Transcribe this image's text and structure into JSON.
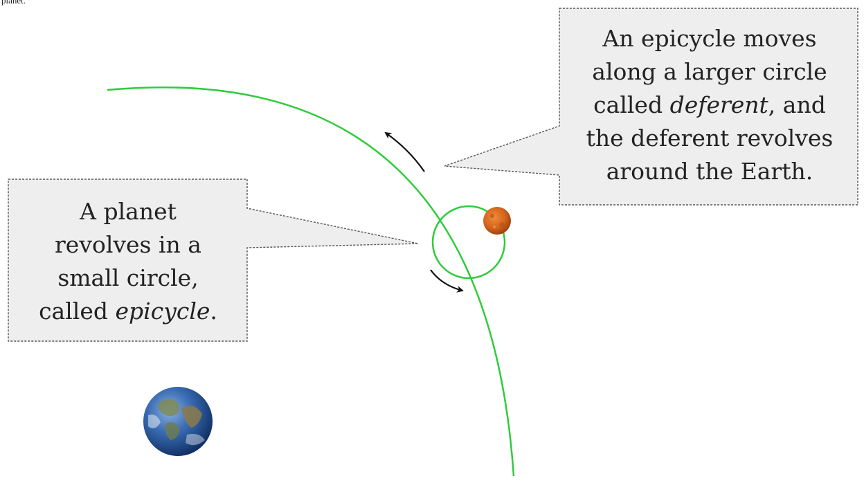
{
  "top_caption": "planet.",
  "deferent_callout": {
    "line1": "An epicycle moves",
    "line2": "along a larger circle",
    "line3_before": "called ",
    "line3_term": "deferent",
    "line3_after": ", and",
    "line4": "the deferent revolves",
    "line5": "around the Earth."
  },
  "epicycle_callout": {
    "line1": "A planet",
    "line2": "revolves in a",
    "line3": "small circle,",
    "line4_before": "called ",
    "line4_term": "epicycle",
    "line4_after": "."
  },
  "colors": {
    "orbit_green": "#2ecc3a",
    "callout_fill": "#eeeeee",
    "callout_border": "#555555",
    "arrow": "#111111",
    "planet": "#d9691e",
    "earth_ocean": "#2f5fa8"
  },
  "icons": {
    "planet": "orange-planet-icon",
    "earth": "earth-globe-icon"
  }
}
